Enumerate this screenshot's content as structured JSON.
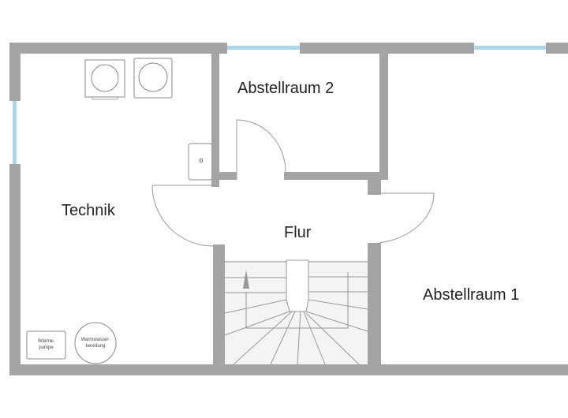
{
  "rooms": {
    "technik": "Technik",
    "abstellraum2": "Abstellraum 2",
    "flur": "Flur",
    "abstellraum1": "Abstellraum 1"
  },
  "fixtures": {
    "waermepumpe": "Wärme-\npumpe",
    "warmwasser": "Warmwasser-\nbereitung",
    "socket_symbol": "o"
  },
  "colors": {
    "wall": "#a4a4a4",
    "window": "#a9d8ee",
    "stairs": "#f4f4f4"
  }
}
